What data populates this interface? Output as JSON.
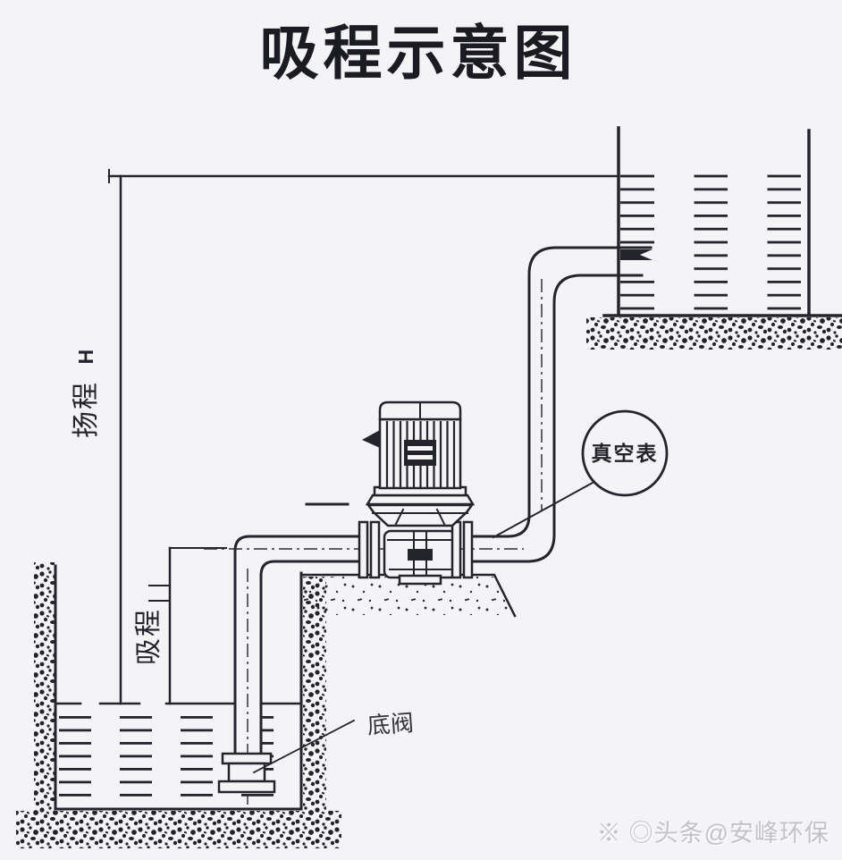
{
  "title": "吸程示意图",
  "diagram": {
    "head_label": "扬程",
    "head_symbol": "H",
    "suction_label": "吸程",
    "vacuum_gauge_label": "真空表",
    "foot_valve_label": "底阀"
  },
  "watermark": {
    "mark": "※",
    "logo": "◎",
    "text": "头条@安峰环保"
  },
  "colors": {
    "ink": "#24242d",
    "background": "#f4f4f7",
    "watermark_gray": "#c2c2c9"
  }
}
